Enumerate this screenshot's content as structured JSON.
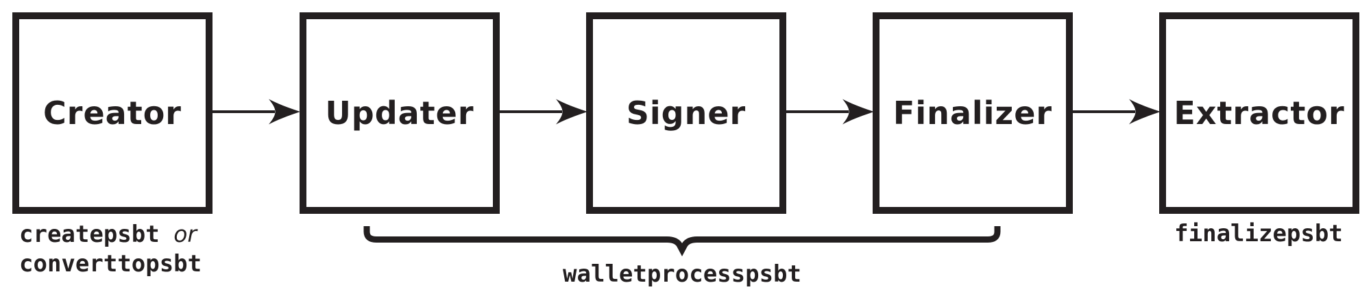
{
  "diagram": {
    "stages": [
      {
        "label": "Creator"
      },
      {
        "label": "Updater"
      },
      {
        "label": "Signer"
      },
      {
        "label": "Finalizer"
      },
      {
        "label": "Extractor"
      }
    ],
    "flow_order": [
      "Creator",
      "Updater",
      "Signer",
      "Finalizer",
      "Extractor"
    ],
    "annotations": {
      "creator_commands": {
        "code_primary": "createpsbt",
        "conjunction": "or",
        "code_alternate": "converttopsbt"
      },
      "wallet_process": {
        "code": "walletprocesspsbt",
        "spans_stages": [
          "Updater",
          "Signer",
          "Finalizer"
        ]
      },
      "extractor_command": {
        "code": "finalizepsbt"
      }
    },
    "colors": {
      "ink": "#231f20",
      "background": "#ffffff"
    }
  }
}
